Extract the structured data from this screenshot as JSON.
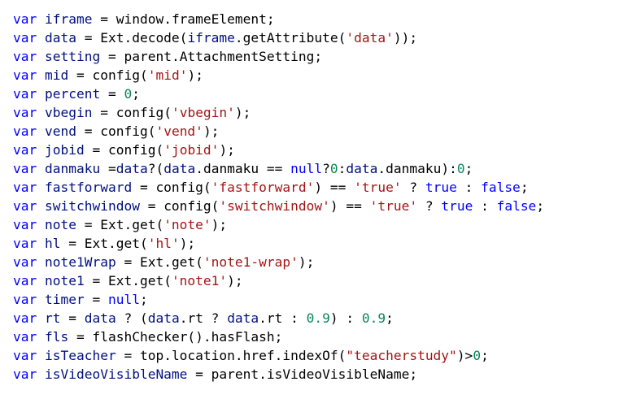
{
  "colors": {
    "keyword": "#0000ff",
    "identifier": "#001080",
    "string": "#a31515",
    "number": "#098658",
    "literal": "#0000ff",
    "text": "#000000",
    "background": "#ffffff"
  },
  "code": {
    "lines": [
      [
        {
          "t": "kw",
          "v": "var"
        },
        {
          "t": "txt",
          "v": " "
        },
        {
          "t": "var",
          "v": "iframe"
        },
        {
          "t": "txt",
          "v": " = window.frameElement;"
        }
      ],
      [
        {
          "t": "kw",
          "v": "var"
        },
        {
          "t": "txt",
          "v": " "
        },
        {
          "t": "var",
          "v": "data"
        },
        {
          "t": "txt",
          "v": " = Ext.decode("
        },
        {
          "t": "var",
          "v": "iframe"
        },
        {
          "t": "txt",
          "v": ".getAttribute("
        },
        {
          "t": "str",
          "v": "'data'"
        },
        {
          "t": "txt",
          "v": "));"
        }
      ],
      [
        {
          "t": "kw",
          "v": "var"
        },
        {
          "t": "txt",
          "v": " "
        },
        {
          "t": "var",
          "v": "setting"
        },
        {
          "t": "txt",
          "v": " = parent.AttachmentSetting;"
        }
      ],
      [
        {
          "t": "kw",
          "v": "var"
        },
        {
          "t": "txt",
          "v": " "
        },
        {
          "t": "var",
          "v": "mid"
        },
        {
          "t": "txt",
          "v": " = config("
        },
        {
          "t": "str",
          "v": "'mid'"
        },
        {
          "t": "txt",
          "v": ");"
        }
      ],
      [
        {
          "t": "kw",
          "v": "var"
        },
        {
          "t": "txt",
          "v": " "
        },
        {
          "t": "var",
          "v": "percent"
        },
        {
          "t": "txt",
          "v": " = "
        },
        {
          "t": "num",
          "v": "0"
        },
        {
          "t": "txt",
          "v": ";"
        }
      ],
      [
        {
          "t": "kw",
          "v": "var"
        },
        {
          "t": "txt",
          "v": " "
        },
        {
          "t": "var",
          "v": "vbegin"
        },
        {
          "t": "txt",
          "v": " = config("
        },
        {
          "t": "str",
          "v": "'vbegin'"
        },
        {
          "t": "txt",
          "v": ");"
        }
      ],
      [
        {
          "t": "kw",
          "v": "var"
        },
        {
          "t": "txt",
          "v": " "
        },
        {
          "t": "var",
          "v": "vend"
        },
        {
          "t": "txt",
          "v": " = config("
        },
        {
          "t": "str",
          "v": "'vend'"
        },
        {
          "t": "txt",
          "v": ");"
        }
      ],
      [
        {
          "t": "kw",
          "v": "var"
        },
        {
          "t": "txt",
          "v": " "
        },
        {
          "t": "var",
          "v": "jobid"
        },
        {
          "t": "txt",
          "v": " = config("
        },
        {
          "t": "str",
          "v": "'jobid'"
        },
        {
          "t": "txt",
          "v": ");"
        }
      ],
      [
        {
          "t": "kw",
          "v": "var"
        },
        {
          "t": "txt",
          "v": " "
        },
        {
          "t": "var",
          "v": "danmaku"
        },
        {
          "t": "txt",
          "v": " ="
        },
        {
          "t": "var",
          "v": "data"
        },
        {
          "t": "txt",
          "v": "?("
        },
        {
          "t": "var",
          "v": "data"
        },
        {
          "t": "txt",
          "v": ".danmaku == "
        },
        {
          "t": "lit",
          "v": "null"
        },
        {
          "t": "txt",
          "v": "?"
        },
        {
          "t": "num",
          "v": "0"
        },
        {
          "t": "txt",
          "v": ":"
        },
        {
          "t": "var",
          "v": "data"
        },
        {
          "t": "txt",
          "v": ".danmaku):"
        },
        {
          "t": "num",
          "v": "0"
        },
        {
          "t": "txt",
          "v": ";"
        }
      ],
      [
        {
          "t": "kw",
          "v": "var"
        },
        {
          "t": "txt",
          "v": " "
        },
        {
          "t": "var",
          "v": "fastforward"
        },
        {
          "t": "txt",
          "v": " = config("
        },
        {
          "t": "str",
          "v": "'fastforward'"
        },
        {
          "t": "txt",
          "v": ") == "
        },
        {
          "t": "str",
          "v": "'true'"
        },
        {
          "t": "txt",
          "v": " ? "
        },
        {
          "t": "lit",
          "v": "true"
        },
        {
          "t": "txt",
          "v": " : "
        },
        {
          "t": "lit",
          "v": "false"
        },
        {
          "t": "txt",
          "v": ";"
        }
      ],
      [
        {
          "t": "kw",
          "v": "var"
        },
        {
          "t": "txt",
          "v": " "
        },
        {
          "t": "var",
          "v": "switchwindow"
        },
        {
          "t": "txt",
          "v": " = config("
        },
        {
          "t": "str",
          "v": "'switchwindow'"
        },
        {
          "t": "txt",
          "v": ") == "
        },
        {
          "t": "str",
          "v": "'true'"
        },
        {
          "t": "txt",
          "v": " ? "
        },
        {
          "t": "lit",
          "v": "true"
        },
        {
          "t": "txt",
          "v": " : "
        },
        {
          "t": "lit",
          "v": "false"
        },
        {
          "t": "txt",
          "v": ";"
        }
      ],
      [
        {
          "t": "kw",
          "v": "var"
        },
        {
          "t": "txt",
          "v": " "
        },
        {
          "t": "var",
          "v": "note"
        },
        {
          "t": "txt",
          "v": " = Ext.get("
        },
        {
          "t": "str",
          "v": "'note'"
        },
        {
          "t": "txt",
          "v": ");"
        }
      ],
      [
        {
          "t": "kw",
          "v": "var"
        },
        {
          "t": "txt",
          "v": " "
        },
        {
          "t": "var",
          "v": "hl"
        },
        {
          "t": "txt",
          "v": " = Ext.get("
        },
        {
          "t": "str",
          "v": "'hl'"
        },
        {
          "t": "txt",
          "v": ");"
        }
      ],
      [
        {
          "t": "kw",
          "v": "var"
        },
        {
          "t": "txt",
          "v": " "
        },
        {
          "t": "var",
          "v": "note1Wrap"
        },
        {
          "t": "txt",
          "v": " = Ext.get("
        },
        {
          "t": "str",
          "v": "'note1-wrap'"
        },
        {
          "t": "txt",
          "v": ");"
        }
      ],
      [
        {
          "t": "kw",
          "v": "var"
        },
        {
          "t": "txt",
          "v": " "
        },
        {
          "t": "var",
          "v": "note1"
        },
        {
          "t": "txt",
          "v": " = Ext.get("
        },
        {
          "t": "str",
          "v": "'note1'"
        },
        {
          "t": "txt",
          "v": ");"
        }
      ],
      [
        {
          "t": "kw",
          "v": "var"
        },
        {
          "t": "txt",
          "v": " "
        },
        {
          "t": "var",
          "v": "timer"
        },
        {
          "t": "txt",
          "v": " = "
        },
        {
          "t": "lit",
          "v": "null"
        },
        {
          "t": "txt",
          "v": ";"
        }
      ],
      [
        {
          "t": "kw",
          "v": "var"
        },
        {
          "t": "txt",
          "v": " "
        },
        {
          "t": "var",
          "v": "rt"
        },
        {
          "t": "txt",
          "v": " = "
        },
        {
          "t": "var",
          "v": "data"
        },
        {
          "t": "txt",
          "v": " ? ("
        },
        {
          "t": "var",
          "v": "data"
        },
        {
          "t": "txt",
          "v": ".rt ? "
        },
        {
          "t": "var",
          "v": "data"
        },
        {
          "t": "txt",
          "v": ".rt : "
        },
        {
          "t": "num",
          "v": "0.9"
        },
        {
          "t": "txt",
          "v": ") : "
        },
        {
          "t": "num",
          "v": "0.9"
        },
        {
          "t": "txt",
          "v": ";"
        }
      ],
      [
        {
          "t": "kw",
          "v": "var"
        },
        {
          "t": "txt",
          "v": " "
        },
        {
          "t": "var",
          "v": "fls"
        },
        {
          "t": "txt",
          "v": " = flashChecker().hasFlash;"
        }
      ],
      [
        {
          "t": "kw",
          "v": "var"
        },
        {
          "t": "txt",
          "v": " "
        },
        {
          "t": "var",
          "v": "isTeacher"
        },
        {
          "t": "txt",
          "v": " = top.location.href.indexOf("
        },
        {
          "t": "str",
          "v": "\"teacherstudy\""
        },
        {
          "t": "txt",
          "v": ")>"
        },
        {
          "t": "num",
          "v": "0"
        },
        {
          "t": "txt",
          "v": ";"
        }
      ],
      [
        {
          "t": "kw",
          "v": "var"
        },
        {
          "t": "txt",
          "v": " "
        },
        {
          "t": "var",
          "v": "isVideoVisibleName"
        },
        {
          "t": "txt",
          "v": " = parent.isVideoVisibleName;"
        }
      ]
    ]
  }
}
